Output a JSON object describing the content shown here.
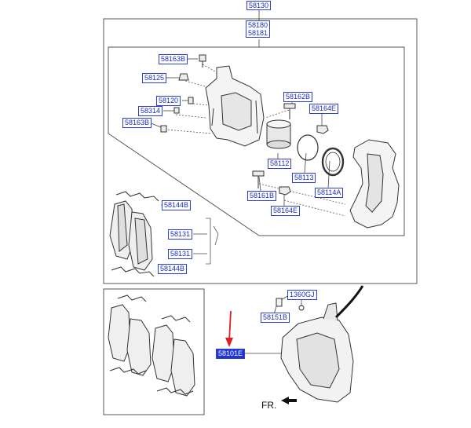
{
  "labels": {
    "assembly": "58130",
    "caliper_top": "58180",
    "caliper_bottom": "58181",
    "bleeder_screw": "58163B",
    "bleeder_screw_lower": "58163B",
    "bleeder_cap": "58125",
    "bleeder_plug": "58120",
    "hose_bolt_washer": "58314",
    "guide_bolt": "58162B",
    "bushing": "58164E",
    "bushing_lower": "58164E",
    "piston": "58112",
    "piston_seal": "58113",
    "dust_boot": "58114A",
    "guide_bolt_lower": "58161B",
    "pad_clip_upper": "58144B",
    "pad_clip_lower": "58144B",
    "shim_upper": "58131",
    "shim_lower": "58131",
    "mount_bolt": "1360GJ",
    "carrier_bolt": "58151B",
    "pad_kit": "58101E"
  },
  "direction_label": "FR.",
  "colors": {
    "label_border": "#2a3fd6",
    "label_text": "#1d2fb8",
    "selected_fill": "#2234d8",
    "arrow": "#e02020",
    "line": "#333333"
  }
}
